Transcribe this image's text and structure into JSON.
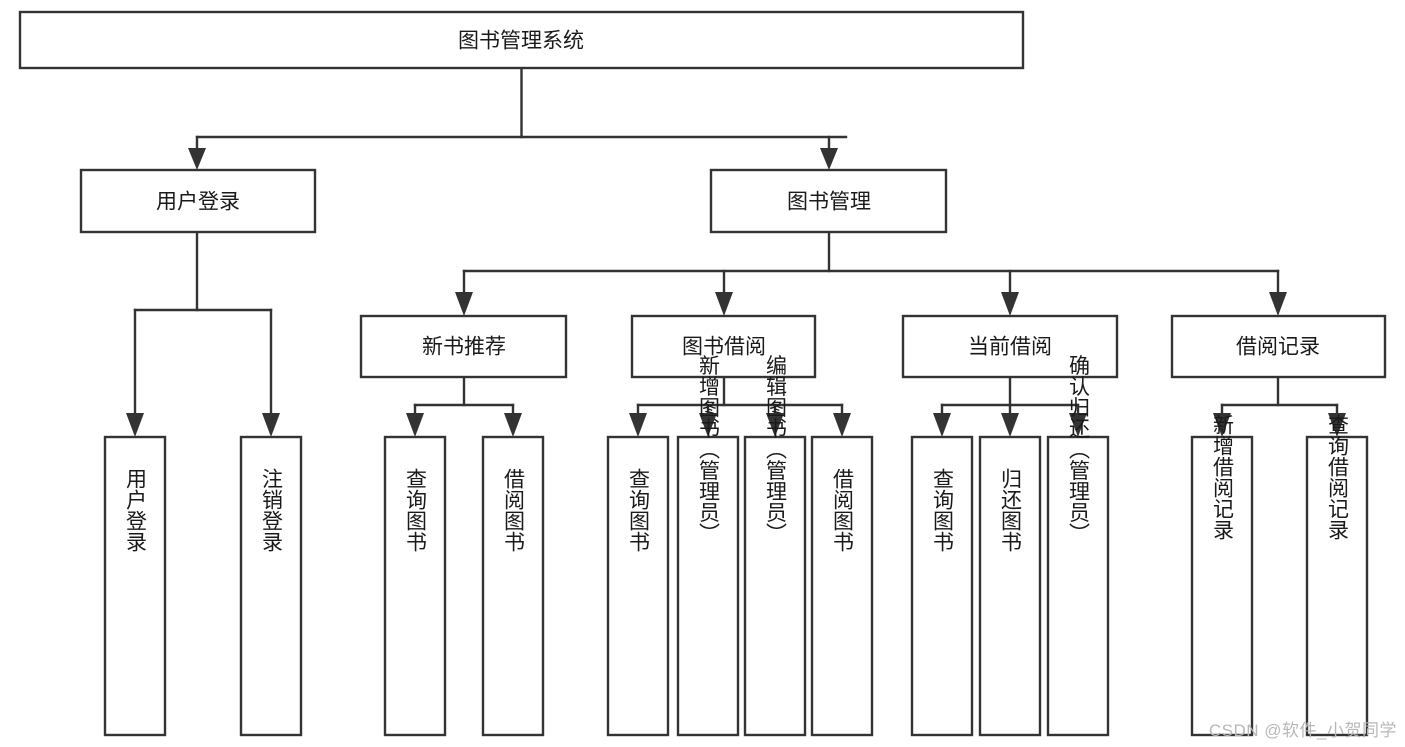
{
  "diagram": {
    "type": "tree-hierarchy",
    "title": "图书管理系统",
    "watermark": "CSDN @软件_小贺同学",
    "colors": {
      "box_stroke": "#333333",
      "box_fill": "#ffffff",
      "text": "#1a1a1a",
      "background": "#ffffff",
      "watermark": "#b8b8b8"
    },
    "levels": {
      "root": {
        "label": "图书管理系统"
      },
      "level2": [
        {
          "id": "user-login",
          "label": "用户登录"
        },
        {
          "id": "book-management",
          "label": "图书管理"
        }
      ],
      "level3": [
        {
          "id": "new-book-recommend",
          "label": "新书推荐",
          "parent": "book-management"
        },
        {
          "id": "book-borrow",
          "label": "图书借阅",
          "parent": "book-management"
        },
        {
          "id": "current-borrow",
          "label": "当前借阅",
          "parent": "book-management"
        },
        {
          "id": "borrow-record",
          "label": "借阅记录",
          "parent": "book-management"
        }
      ],
      "leaves": {
        "user-login": [
          {
            "id": "leaf-user-login",
            "label": "用户登录"
          },
          {
            "id": "leaf-logout-login",
            "label": "注销登录"
          }
        ],
        "new-book-recommend": [
          {
            "id": "leaf-query-book-1",
            "label": "查询图书"
          },
          {
            "id": "leaf-borrow-book-1",
            "label": "借阅图书"
          }
        ],
        "book-borrow": [
          {
            "id": "leaf-query-book-2",
            "label": "查询图书"
          },
          {
            "id": "leaf-add-book",
            "label": "新增图书（管理员）"
          },
          {
            "id": "leaf-edit-book",
            "label": "编辑图书（管理员）"
          },
          {
            "id": "leaf-borrow-book-2",
            "label": "借阅图书"
          }
        ],
        "current-borrow": [
          {
            "id": "leaf-query-book-3",
            "label": "查询图书"
          },
          {
            "id": "leaf-return-book",
            "label": "归还图书"
          },
          {
            "id": "leaf-confirm-return",
            "label": "确认归还（管理员）"
          }
        ],
        "borrow-record": [
          {
            "id": "leaf-add-record",
            "label": "新增借阅记录"
          },
          {
            "id": "leaf-query-record",
            "label": "查询借阅记录"
          }
        ]
      }
    }
  }
}
